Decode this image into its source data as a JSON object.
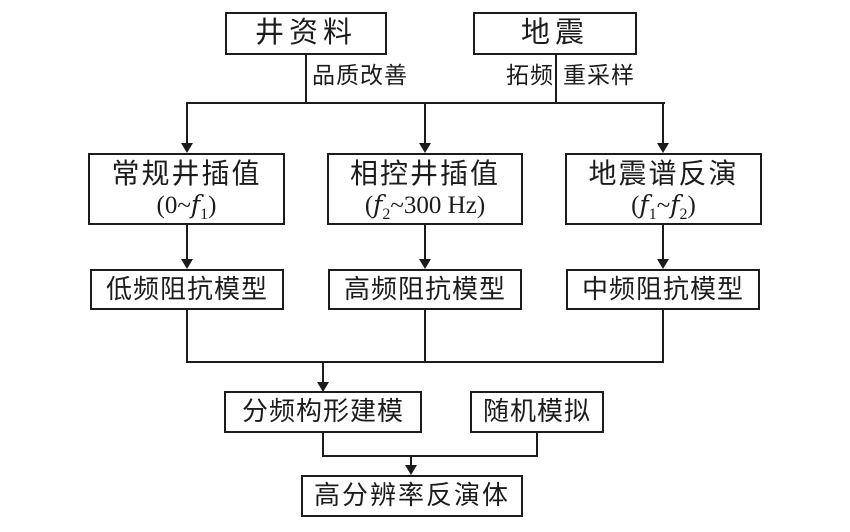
{
  "flowchart": {
    "nodes": {
      "well_data": {
        "label": "井资料"
      },
      "seismic": {
        "label": "地震"
      },
      "conv": {
        "label": "常规井插值",
        "f_pre": "(0~",
        "f1": "f",
        "f1_sub": "1",
        "f_post": ")"
      },
      "phase": {
        "label": "相控井插值",
        "f_pre": "(",
        "f1": "f",
        "f1_sub": "2",
        "f_post": "~300 Hz)"
      },
      "spectral": {
        "label": "地震谱反演",
        "f_pre": "(",
        "f1": "f",
        "f1_sub": "1",
        "f_mid": "~",
        "f2": "f",
        "f2_sub": "2",
        "f_post": ")"
      },
      "low_model": {
        "label": "低频阻抗模型"
      },
      "high_model": {
        "label": "高频阻抗模型"
      },
      "mid_model": {
        "label": "中频阻抗模型"
      },
      "freq_modeling": {
        "label": "分频构形建模"
      },
      "stochastic": {
        "label": "随机模拟"
      },
      "result": {
        "label": "高分辨率反演体"
      }
    },
    "edge_labels": {
      "quality_improvement": "品质改善",
      "freq_broadening": "拓频",
      "resampling": "重采样"
    },
    "colors": {
      "line": "#1c1c1c",
      "background": "#ffffff",
      "text": "#1c1c1c"
    }
  }
}
